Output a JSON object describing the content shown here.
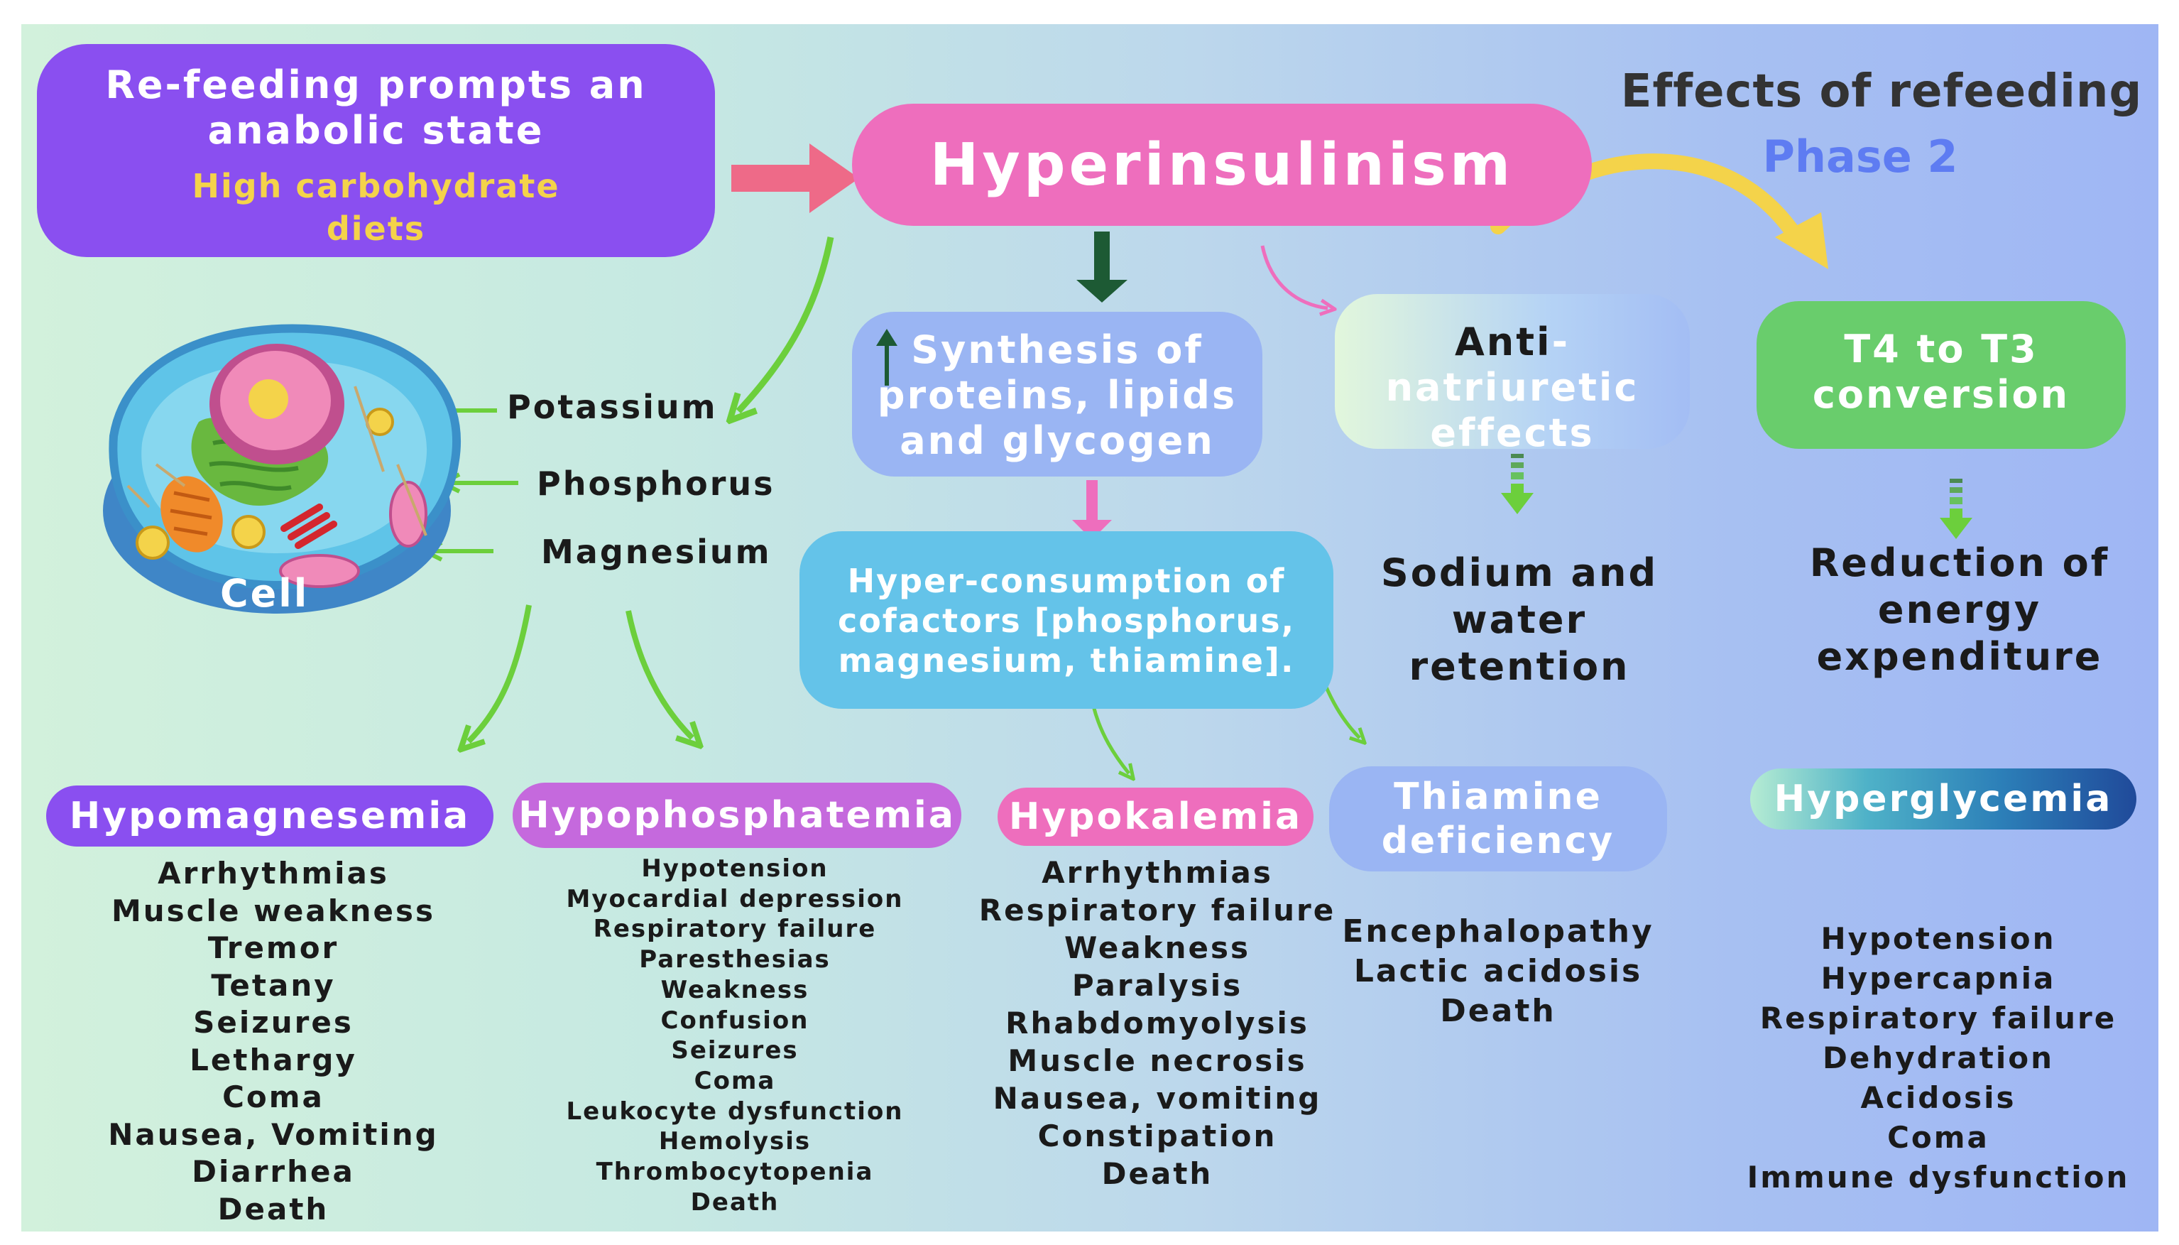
{
  "header": {
    "effects_title": "Effects of refeeding",
    "phase": "Phase 2"
  },
  "anabolic": {
    "line1": "Re-feeding prompts an",
    "line2": "anabolic state",
    "sub1": "High carbohydrate",
    "sub2": "diets"
  },
  "hyperinsulinism": "Hyperinsulinism",
  "cell": {
    "label": "Cell",
    "ions": [
      "Potassium",
      "Phosphorus",
      "Magnesium"
    ]
  },
  "synthesis": {
    "line1": "Synthesis of",
    "line2": "proteins, lipids",
    "line3": "and glycogen"
  },
  "consumption": {
    "line1": "Hyper-consumption of",
    "line2": "cofactors [phosphorus,",
    "line3": "magnesium, thiamine]."
  },
  "antinatriuretic": {
    "part1": "Anti",
    "part2": "-natriuretic",
    "line2": "effects"
  },
  "t4": {
    "line1": "T4 to T3",
    "line2": "conversion"
  },
  "sodium": {
    "line1": "Sodium and",
    "line2": "water retention"
  },
  "energy": {
    "line1": "Reduction of",
    "line2": "energy",
    "line3": "expenditure"
  },
  "columns": {
    "hypomagnesemia": {
      "title": "Hypomagnesemia",
      "items": [
        "Arrhythmias",
        "Muscle weakness",
        "Tremor",
        "Tetany",
        "Seizures",
        "Lethargy",
        "Coma",
        "Nausea, Vomiting",
        "Diarrhea",
        "Death"
      ]
    },
    "hypophosphatemia": {
      "title": "Hypophosphatemia",
      "items": [
        "Hypotension",
        "Myocardial depression",
        "Respiratory failure",
        "Paresthesias",
        "Weakness",
        "Confusion",
        "Seizures",
        "Coma",
        "Leukocyte dysfunction",
        "Hemolysis",
        "Thrombocytopenia",
        "Death"
      ]
    },
    "hypokalemia": {
      "title": "Hypokalemia",
      "items": [
        "Arrhythmias",
        "Respiratory failure",
        "Weakness",
        "Paralysis",
        "Rhabdomyolysis",
        "Muscle necrosis",
        "Nausea, vomiting",
        "Constipation",
        "Death"
      ]
    },
    "thiamine": {
      "title1": "Thiamine",
      "title2": "deficiency",
      "items": [
        "Encephalopathy",
        "Lactic acidosis",
        "Death"
      ]
    },
    "hyperglycemia": {
      "title": "Hyperglycemia",
      "items": [
        "Hypotension",
        "Hypercapnia",
        "Respiratory failure",
        "Dehydration",
        "Acidosis",
        "Coma",
        "Immune dysfunction"
      ]
    }
  },
  "colors": {
    "purple": "#8a4ff0",
    "pink": "#ee6ebd",
    "green_arrow": "#6ccf3c",
    "dark_green": "#1d5a34",
    "yellow": "#f4d34a",
    "blue_phase": "#5e7cf2"
  }
}
